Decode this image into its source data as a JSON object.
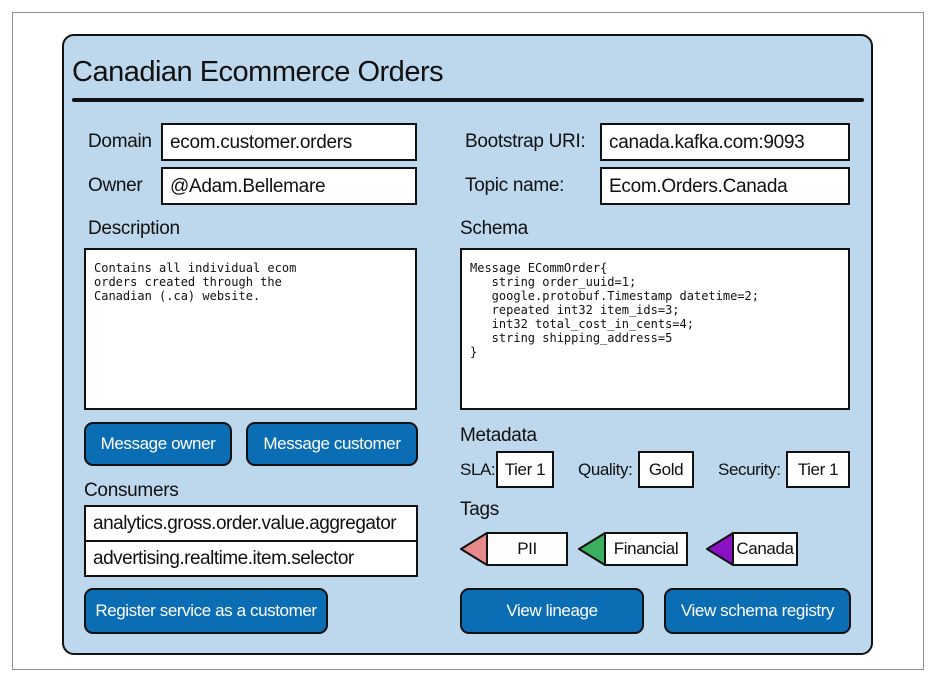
{
  "title": "Canadian Ecommerce Orders",
  "left": {
    "domain_label": "Domain",
    "domain_value": "ecom.customer.orders",
    "owner_label": "Owner",
    "owner_value": "@Adam.Bellemare",
    "description_label": "Description",
    "description_text": "Contains all individual ecom\norders created through the\nCanadian (.ca) website.",
    "message_owner_button": "Message owner",
    "message_customer_button": "Message customer",
    "consumers_label": "Consumers",
    "consumers": [
      "analytics.gross.order.value.aggregator",
      "advertising.realtime.item.selector"
    ],
    "register_button": "Register service as a customer"
  },
  "right": {
    "bootstrap_label": "Bootstrap URI:",
    "bootstrap_value": "canada.kafka.com:9093",
    "topic_label": "Topic name:",
    "topic_value": "Ecom.Orders.Canada",
    "schema_label": "Schema",
    "schema_text": "Message ECommOrder{\n   string order_uuid=1;\n   google.protobuf.Timestamp datetime=2;\n   repeated int32 item_ids=3;\n   int32 total_cost_in_cents=4;\n   string shipping_address=5\n}",
    "metadata_label": "Metadata",
    "metadata": {
      "sla_label": "SLA:",
      "sla_value": "Tier 1",
      "quality_label": "Quality:",
      "quality_value": "Gold",
      "security_label": "Security:",
      "security_value": "Tier 1"
    },
    "tags_label": "Tags",
    "tags": [
      {
        "label": "PII",
        "color": "#e8898c"
      },
      {
        "label": "Financial",
        "color": "#3cae5f"
      },
      {
        "label": "Canada",
        "color": "#8a12c4"
      }
    ],
    "view_lineage_button": "View lineage",
    "view_schema_registry_button": "View schema registry"
  },
  "colors": {
    "panel_background": "#bdd7ec",
    "button_blue": "#0b6db3"
  }
}
